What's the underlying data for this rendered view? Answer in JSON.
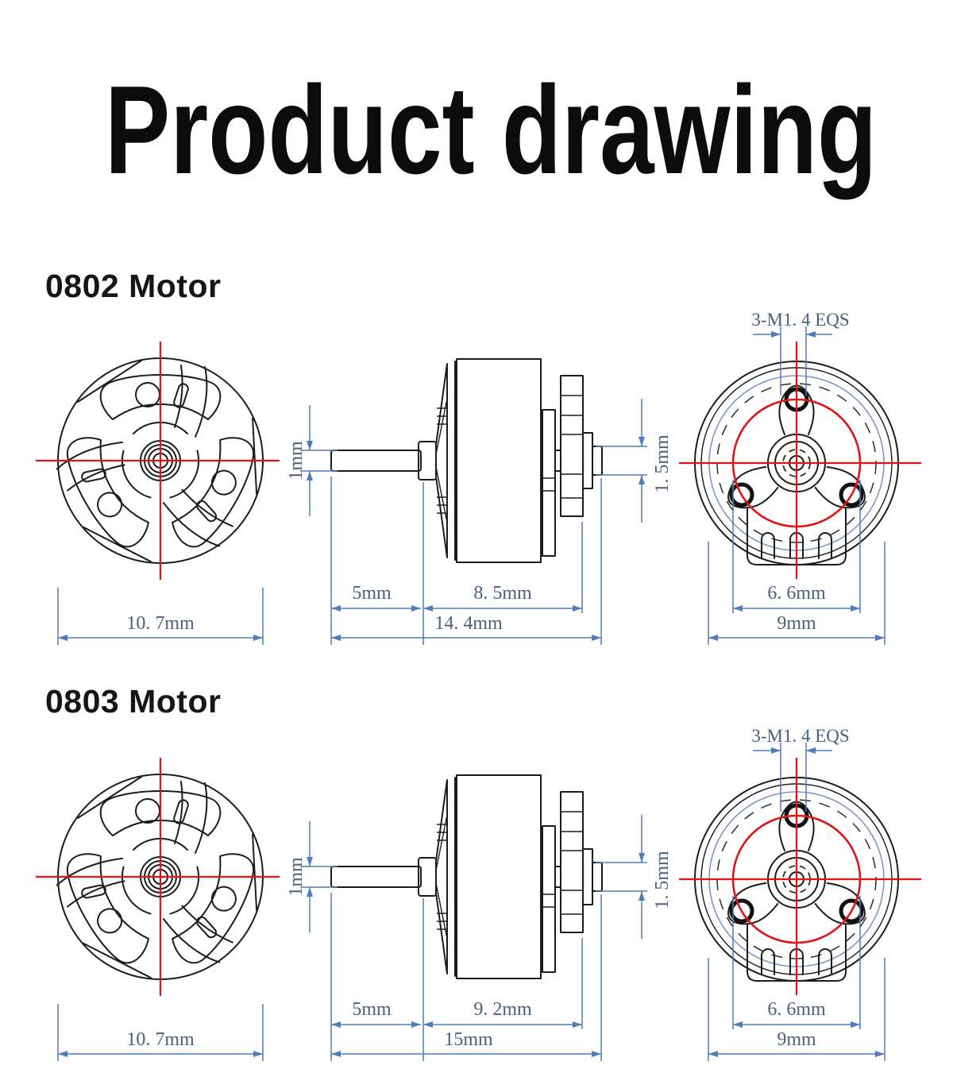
{
  "title": "Product drawing",
  "colors": {
    "linework": "#1c1c1c",
    "centerline_red": "#e01414",
    "dimension_line_blue": "#4f7cbd",
    "dimension_text_blue": "#4a6080",
    "reference_circle_blue": "#7b97c7"
  },
  "motors": [
    {
      "name": "0802 Motor",
      "front": {
        "diameter": "10. 7mm",
        "shaft_diameter": "1mm"
      },
      "side": {
        "shaft_length": "5mm",
        "body_length": "8. 5mm",
        "total_length": "14. 4mm",
        "rear_shaft_diameter": "1. 5mm"
      },
      "back": {
        "mount_holes": "3-M1. 4 EQS",
        "bolt_circle": "6. 6mm",
        "outer_diameter": "9mm"
      }
    },
    {
      "name": "0803 Motor",
      "front": {
        "diameter": "10. 7mm",
        "shaft_diameter": "1mm"
      },
      "side": {
        "shaft_length": "5mm",
        "body_length": "9. 2mm",
        "total_length": "15mm",
        "rear_shaft_diameter": "1. 5mm"
      },
      "back": {
        "mount_holes": "3-M1. 4 EQS",
        "bolt_circle": "6. 6mm",
        "outer_diameter": "9mm"
      }
    }
  ]
}
